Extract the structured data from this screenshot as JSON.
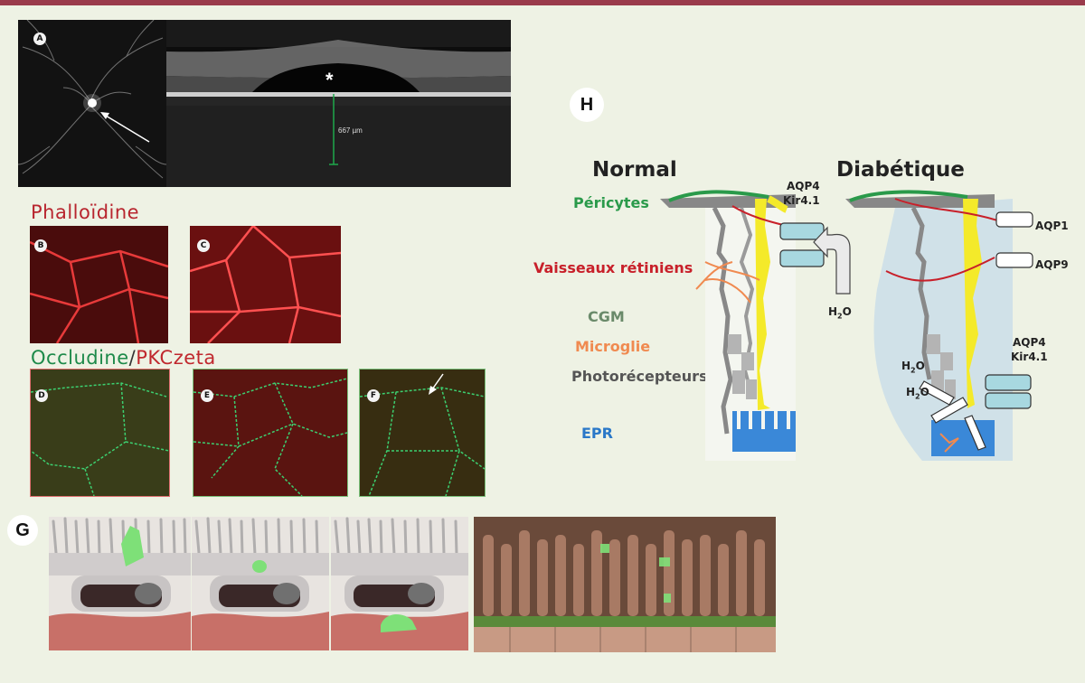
{
  "panels": {
    "A": "A",
    "B": "B",
    "C": "C",
    "D": "D",
    "E": "E",
    "F": "F",
    "G": "G",
    "H": "H"
  },
  "oct": {
    "asterisk": "*",
    "measure": "667 µm"
  },
  "stains": {
    "phalloidine": "Phalloïdine",
    "occludine": "Occludine",
    "slash": "/",
    "pkczeta": "PKCzeta"
  },
  "diagram": {
    "normal_title": "Normal",
    "diabetic_title": "Diabétique",
    "legend": {
      "pericytes": "Péricytes",
      "vessels": "Vaisseaux rétiniens",
      "cgm": "CGM",
      "microglia": "Microglie",
      "photoreceptors": "Photorécepteurs",
      "rpe": "EPR"
    },
    "channels": {
      "aqp4_kir_top_1": "AQP4",
      "aqp4_kir_top_2": "Kir4.1",
      "aqp1": "AQP1",
      "aqp9": "AQP9",
      "aqp4_kir_bottom_1": "AQP4",
      "aqp4_kir_bottom_2": "Kir4.1"
    },
    "water": {
      "h": "H",
      "sub": "2",
      "o": "O"
    }
  },
  "colors": {
    "accent_bar": "#9a3b4b",
    "background": "#eef2e4",
    "pericytes": "#2a9a4a",
    "vessels": "#c8202a",
    "cgm": "#6a8a6a",
    "microglia": "#f08a50",
    "photoreceptors": "#555555",
    "rpe": "#2a78c8",
    "muller_glia": "#f4ea2a",
    "channel": "#a8d8e0",
    "red_stain": "#c0282e",
    "green_stain": "#1e8a4a"
  }
}
